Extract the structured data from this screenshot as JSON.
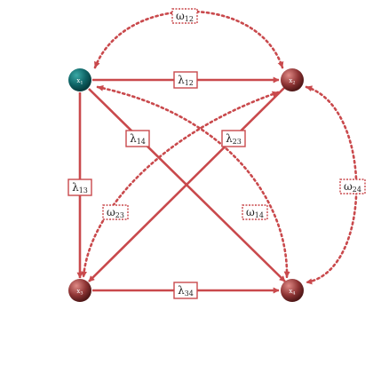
{
  "colors": {
    "edge": "#c9494c",
    "label_border": "#c9494c",
    "label_fill": "#ffffff",
    "node_teal": "#0f6466",
    "node_teal_light": "#3aa9a6",
    "node_red": "#8e3434",
    "node_red_light": "#e08a86",
    "background": "#ffffff"
  },
  "nodes": {
    "x1": {
      "label": "x",
      "sub": "1",
      "color": "teal"
    },
    "x2": {
      "label": "x",
      "sub": "2",
      "color": "red"
    },
    "x3": {
      "label": "x",
      "sub": "3",
      "color": "red"
    },
    "x4": {
      "label": "x",
      "sub": "4",
      "color": "red"
    }
  },
  "edges": [
    {
      "id": "lambda12",
      "from": "x1",
      "to": "x2",
      "style": "solid",
      "label": "λ",
      "sub": "12"
    },
    {
      "id": "lambda13",
      "from": "x1",
      "to": "x3",
      "style": "solid",
      "label": "λ",
      "sub": "13"
    },
    {
      "id": "lambda14",
      "from": "x1",
      "to": "x4",
      "style": "solid",
      "label": "λ",
      "sub": "14"
    },
    {
      "id": "lambda23",
      "from": "x2",
      "to": "x3",
      "style": "solid",
      "label": "λ",
      "sub": "23"
    },
    {
      "id": "lambda34",
      "from": "x3",
      "to": "x4",
      "style": "solid",
      "label": "λ",
      "sub": "34"
    },
    {
      "id": "omega12",
      "from": "x1",
      "to": "x2",
      "style": "dotted",
      "bidirectional": true,
      "label": "ω",
      "sub": "12"
    },
    {
      "id": "omega14",
      "from": "x1",
      "to": "x4",
      "style": "dotted",
      "bidirectional": true,
      "label": "ω",
      "sub": "14"
    },
    {
      "id": "omega23",
      "from": "x2",
      "to": "x3",
      "style": "dotted",
      "bidirectional": true,
      "label": "ω",
      "sub": "23"
    },
    {
      "id": "omega24",
      "from": "x2",
      "to": "x4",
      "style": "dotted",
      "bidirectional": true,
      "label": "ω",
      "sub": "24"
    }
  ]
}
